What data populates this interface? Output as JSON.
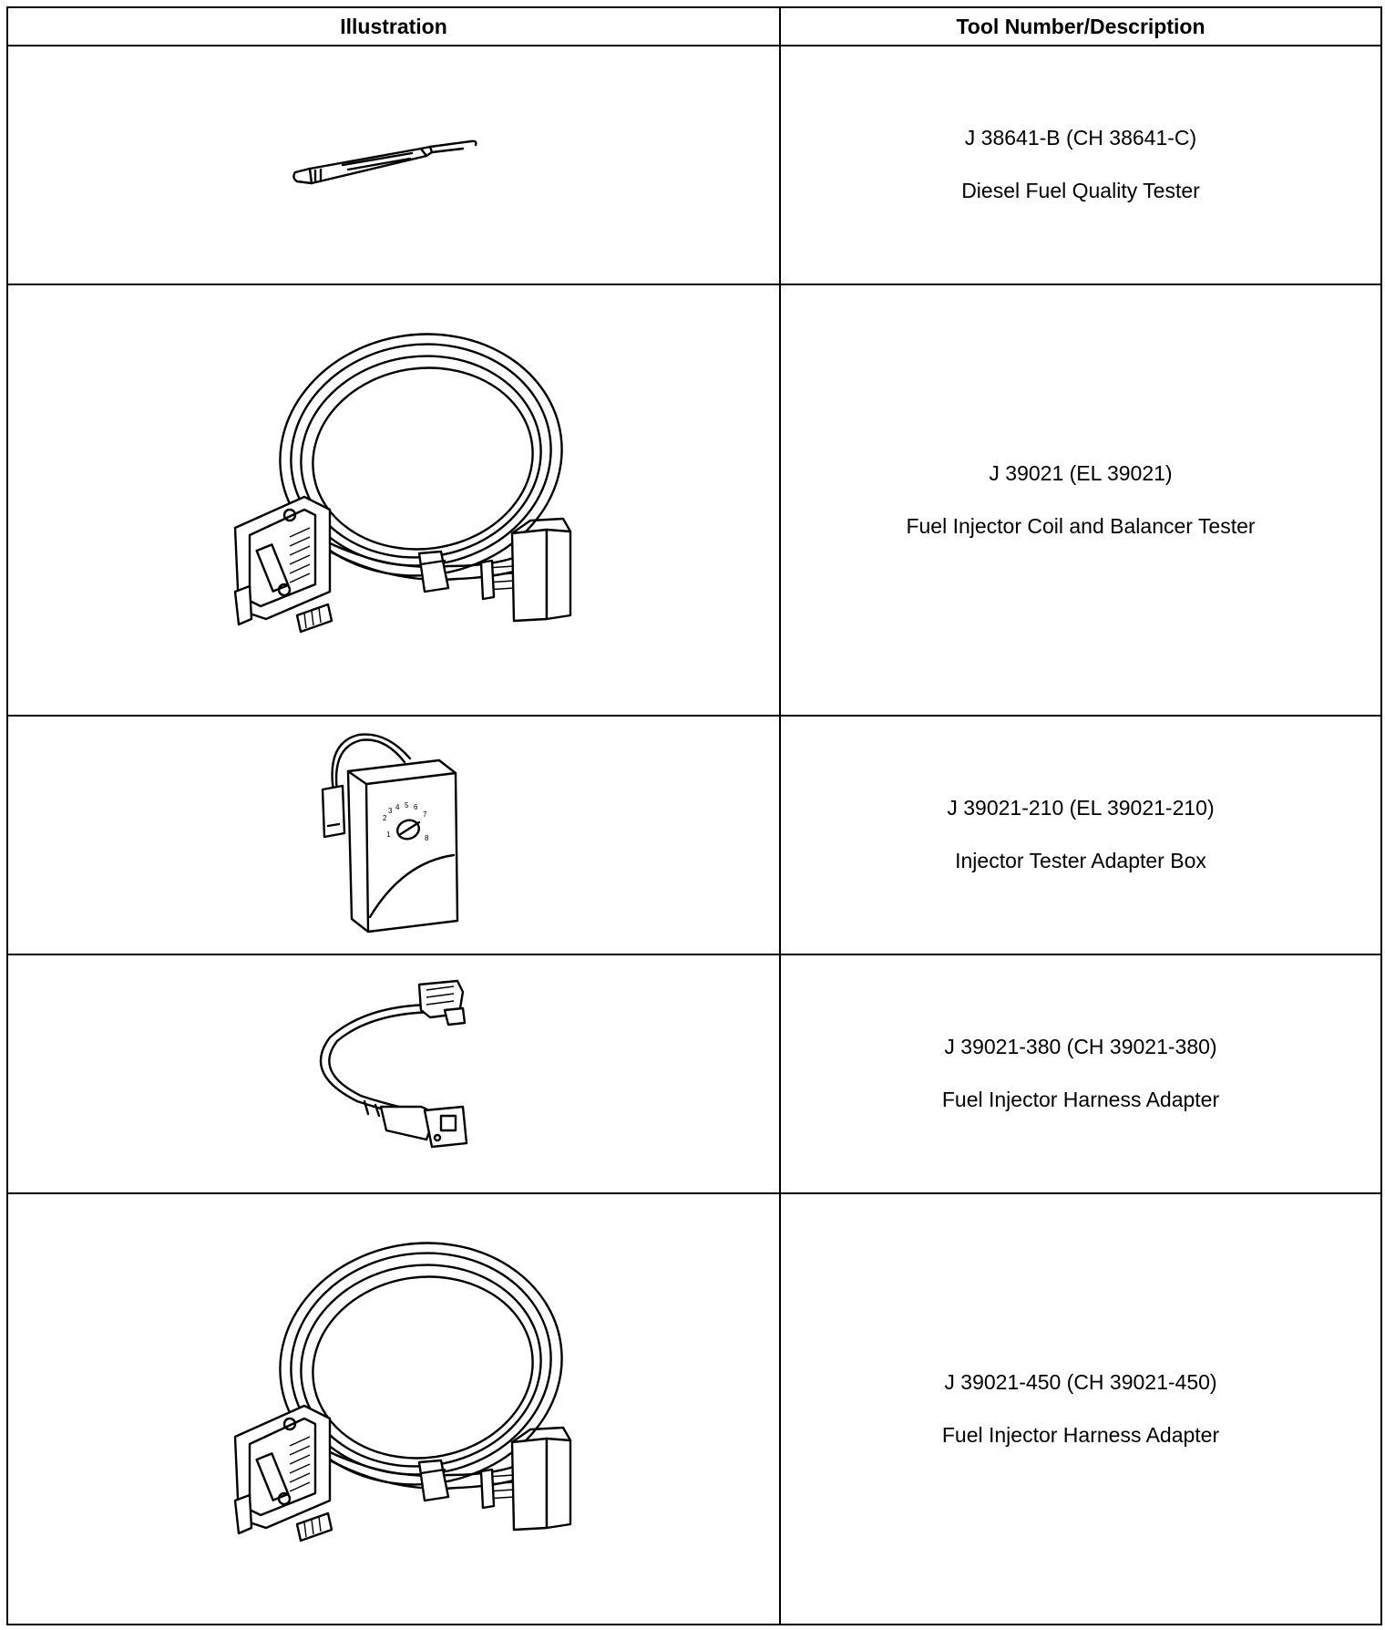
{
  "table": {
    "headers": {
      "illustration": "Illustration",
      "tool": "Tool Number/Description"
    },
    "rows": [
      {
        "tool_number": "J 38641-B (CH 38641-C)",
        "description": "Diesel Fuel Quality Tester",
        "image": "fuel-quality-tester-probe"
      },
      {
        "tool_number": "J 39021 (EL 39021)",
        "description": "Fuel Injector Coil and Balancer Tester",
        "image": "coiled-cable-with-connectors"
      },
      {
        "tool_number": "J 39021-210 (EL 39021-210)",
        "description": "Injector Tester Adapter Box",
        "image": "adapter-box-with-selector-dial"
      },
      {
        "tool_number": "J 39021-380 (CH 39021-380)",
        "description": "Fuel Injector Harness Adapter",
        "image": "short-harness-adapter"
      },
      {
        "tool_number": "J 39021-450 (CH 39021-450)",
        "description": "Fuel Injector Harness Adapter",
        "image": "coiled-cable-with-connectors"
      }
    ]
  },
  "dial_numbers": [
    "1",
    "2",
    "3",
    "4",
    "5",
    "6",
    "7",
    "8"
  ]
}
